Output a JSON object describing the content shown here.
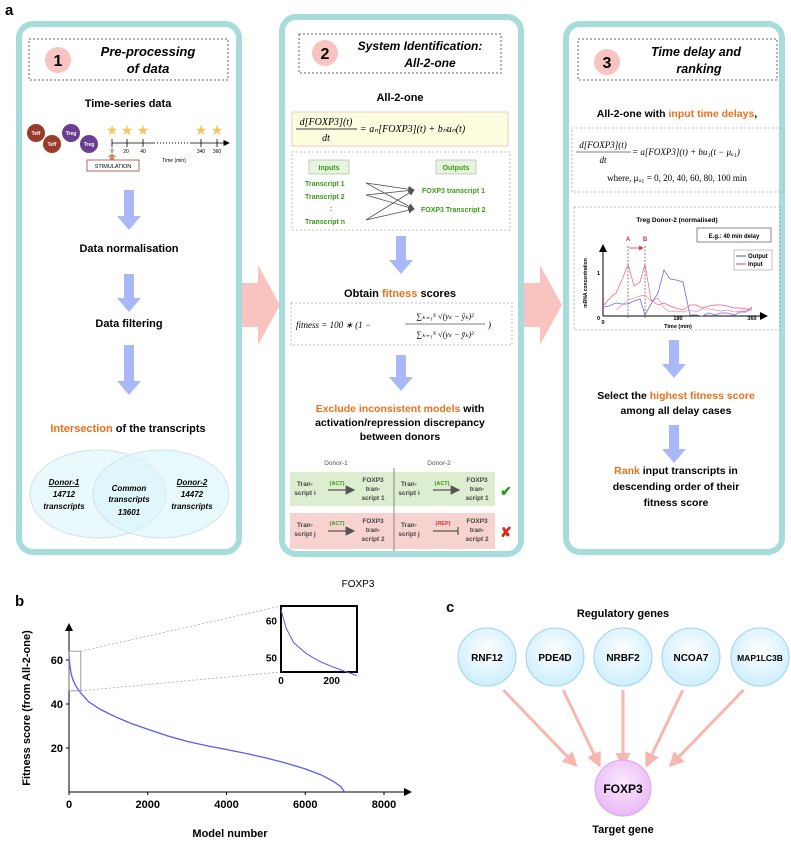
{
  "figure": {
    "panel_a_label": "a",
    "panel_b_label": "b",
    "panel_c_label": "c",
    "stray_label": "FOXP3"
  },
  "step1": {
    "number": "1",
    "title_line1": "Pre-processing",
    "title_line2": "of data",
    "timeseries_title": "Time-series data",
    "cells": [
      "Teff",
      "Teff",
      "Treg",
      "Treg"
    ],
    "time_ticks": [
      "0",
      "20",
      "40",
      "340",
      "360"
    ],
    "time_axis_label": "Time (min)",
    "stimulation": "STIMULATION",
    "normalisation": "Data normalisation",
    "filtering": "Data filtering",
    "intersection_highlight": "Intersection",
    "intersection_rest": " of the transcripts",
    "venn": {
      "left_title": "Donor-1",
      "left_count": "14712",
      "left_unit": "transcripts",
      "center_line1": "Common",
      "center_line2": "transcripts",
      "center_count": "13601",
      "right_title": "Donor-2",
      "right_count": "14472",
      "right_unit": "transcripts"
    }
  },
  "step2": {
    "number": "2",
    "title_line1": "System Identification:",
    "title_line2": "All-2-one",
    "model_title": "All-2-one",
    "equation": "d[FOXP3](t)/dt = aₙ[FOXP3](t) + bₙuₙ(t)",
    "equation_num": "d[FOXP3](t)",
    "equation_den": "dt",
    "equation_rhs": "= aₙ[FOXP3](t) + bₙuₙ(t)",
    "inputs_label": "Inputs",
    "outputs_label": "Outputs",
    "inputs": [
      "Transcript 1",
      "Transcript 2",
      ":",
      "Transcript n"
    ],
    "outputs": [
      "FOXP3 transcript 1",
      "FOXP3 Transcript 2"
    ],
    "fitness_pre": "Obtain ",
    "fitness_highlight": "fitness",
    "fitness_post": " scores",
    "fitness_lhs": "fitness = 100 ∗ (1 −",
    "fitness_num": "∑ₖ₌₁ᴺ √(yₖ − ŷₖ)²",
    "fitness_den": "∑ₖ₌₁ᴺ √(yₖ − ȳₖ)²",
    "fitness_close": ")",
    "exclude_highlight": "Exclude inconsistent models",
    "exclude_rest1": " with",
    "exclude_line2": "activation/repression discrepancy",
    "exclude_line3": "between donors",
    "donor1": "Donor-1",
    "donor2": "Donor-2",
    "rows": [
      {
        "status": "consistent",
        "d1_src1": "Tran-",
        "d1_src2": "script i",
        "d1_type": "(ACT)",
        "d1_tgt": [
          "FOXP3",
          "tran-",
          "script 1"
        ],
        "d2_src1": "Tran-",
        "d2_src2": "script i",
        "d2_type": "(ACT)",
        "d2_tgt": [
          "FOXP3",
          "tran-",
          "script 1"
        ],
        "mark": "✔"
      },
      {
        "status": "inconsistent",
        "d1_src1": "Tran-",
        "d1_src2": "script j",
        "d1_type": "(ACT)",
        "d1_tgt": [
          "FOXP3",
          "tran-",
          "script 2"
        ],
        "d2_src1": "Tran-",
        "d2_src2": "script j",
        "d2_type": "(REP)",
        "d2_tgt": [
          "FOXP3",
          "tran-",
          "script 2"
        ],
        "mark": "✘"
      }
    ]
  },
  "step3": {
    "number": "3",
    "title_line1": "Time delay and",
    "title_line2": "ranking",
    "subtitle_pre": "All-2-one with ",
    "subtitle_highlight": "input time delays",
    "subtitle_post": ",",
    "equation_num": "d[FOXP3](t)",
    "equation_den": "dt",
    "equation_rhs": "= a[FOXP3](t) + bu₁(t − μᵤ₁)",
    "where": "where,  μᵤ₁ =  0, 20, 40, 60, 80, 100 min",
    "mini_chart": {
      "title": "Treg Donor-2 (normalised)",
      "ylabel": "mRNA concentration",
      "xlabel": "Time (min)",
      "x_ticks": [
        "0",
        "180",
        "360"
      ],
      "y_ticks": [
        "0",
        "1"
      ],
      "marker_a": "A",
      "marker_b": "B",
      "note": "E.g.: 40 min delay",
      "legend": [
        "Output",
        "Input"
      ]
    },
    "select_pre": "Select the ",
    "select_highlight": "highest fitness score",
    "select_line2": "among all delay cases",
    "rank_highlight": "Rank",
    "rank_rest1": " input transcripts in",
    "rank_line2": "descending order of their",
    "rank_line3": "fitness score"
  },
  "chart_data": {
    "type": "line",
    "xlabel": "Model number",
    "ylabel": "Fitness score (from All-2-one)",
    "xlim": [
      0,
      8500
    ],
    "ylim": [
      0,
      70
    ],
    "x_ticks": [
      "0",
      "2000",
      "4000",
      "6000",
      "8000"
    ],
    "y_ticks": [
      "20",
      "40",
      "60"
    ],
    "grid": false,
    "color": "#5a5af0",
    "x": [
      0,
      20,
      50,
      100,
      150,
      200,
      300,
      500,
      800,
      1200,
      1600,
      2000,
      2500,
      3000,
      3500,
      4000,
      4500,
      5000,
      5500,
      6000,
      6400,
      6700,
      6900,
      7000
    ],
    "y": [
      63,
      58,
      54,
      51,
      49,
      47.5,
      45,
      41,
      37.5,
      34,
      31,
      28.5,
      25.5,
      23,
      21,
      19.3,
      17.5,
      15.5,
      13.2,
      10.5,
      7.8,
      5,
      2.5,
      0
    ],
    "inset": {
      "xlim": [
        0,
        300
      ],
      "ylim": [
        46,
        64
      ],
      "x_ticks": [
        "0",
        "200"
      ],
      "y_ticks": [
        "50",
        "60"
      ]
    }
  },
  "network": {
    "regulators_title": "Regulatory genes",
    "regulators": [
      "RNF12",
      "PDE4D",
      "NRBF2",
      "NCOA7",
      "MAP1LC3B"
    ],
    "target": "FOXP3",
    "target_title": "Target gene"
  }
}
